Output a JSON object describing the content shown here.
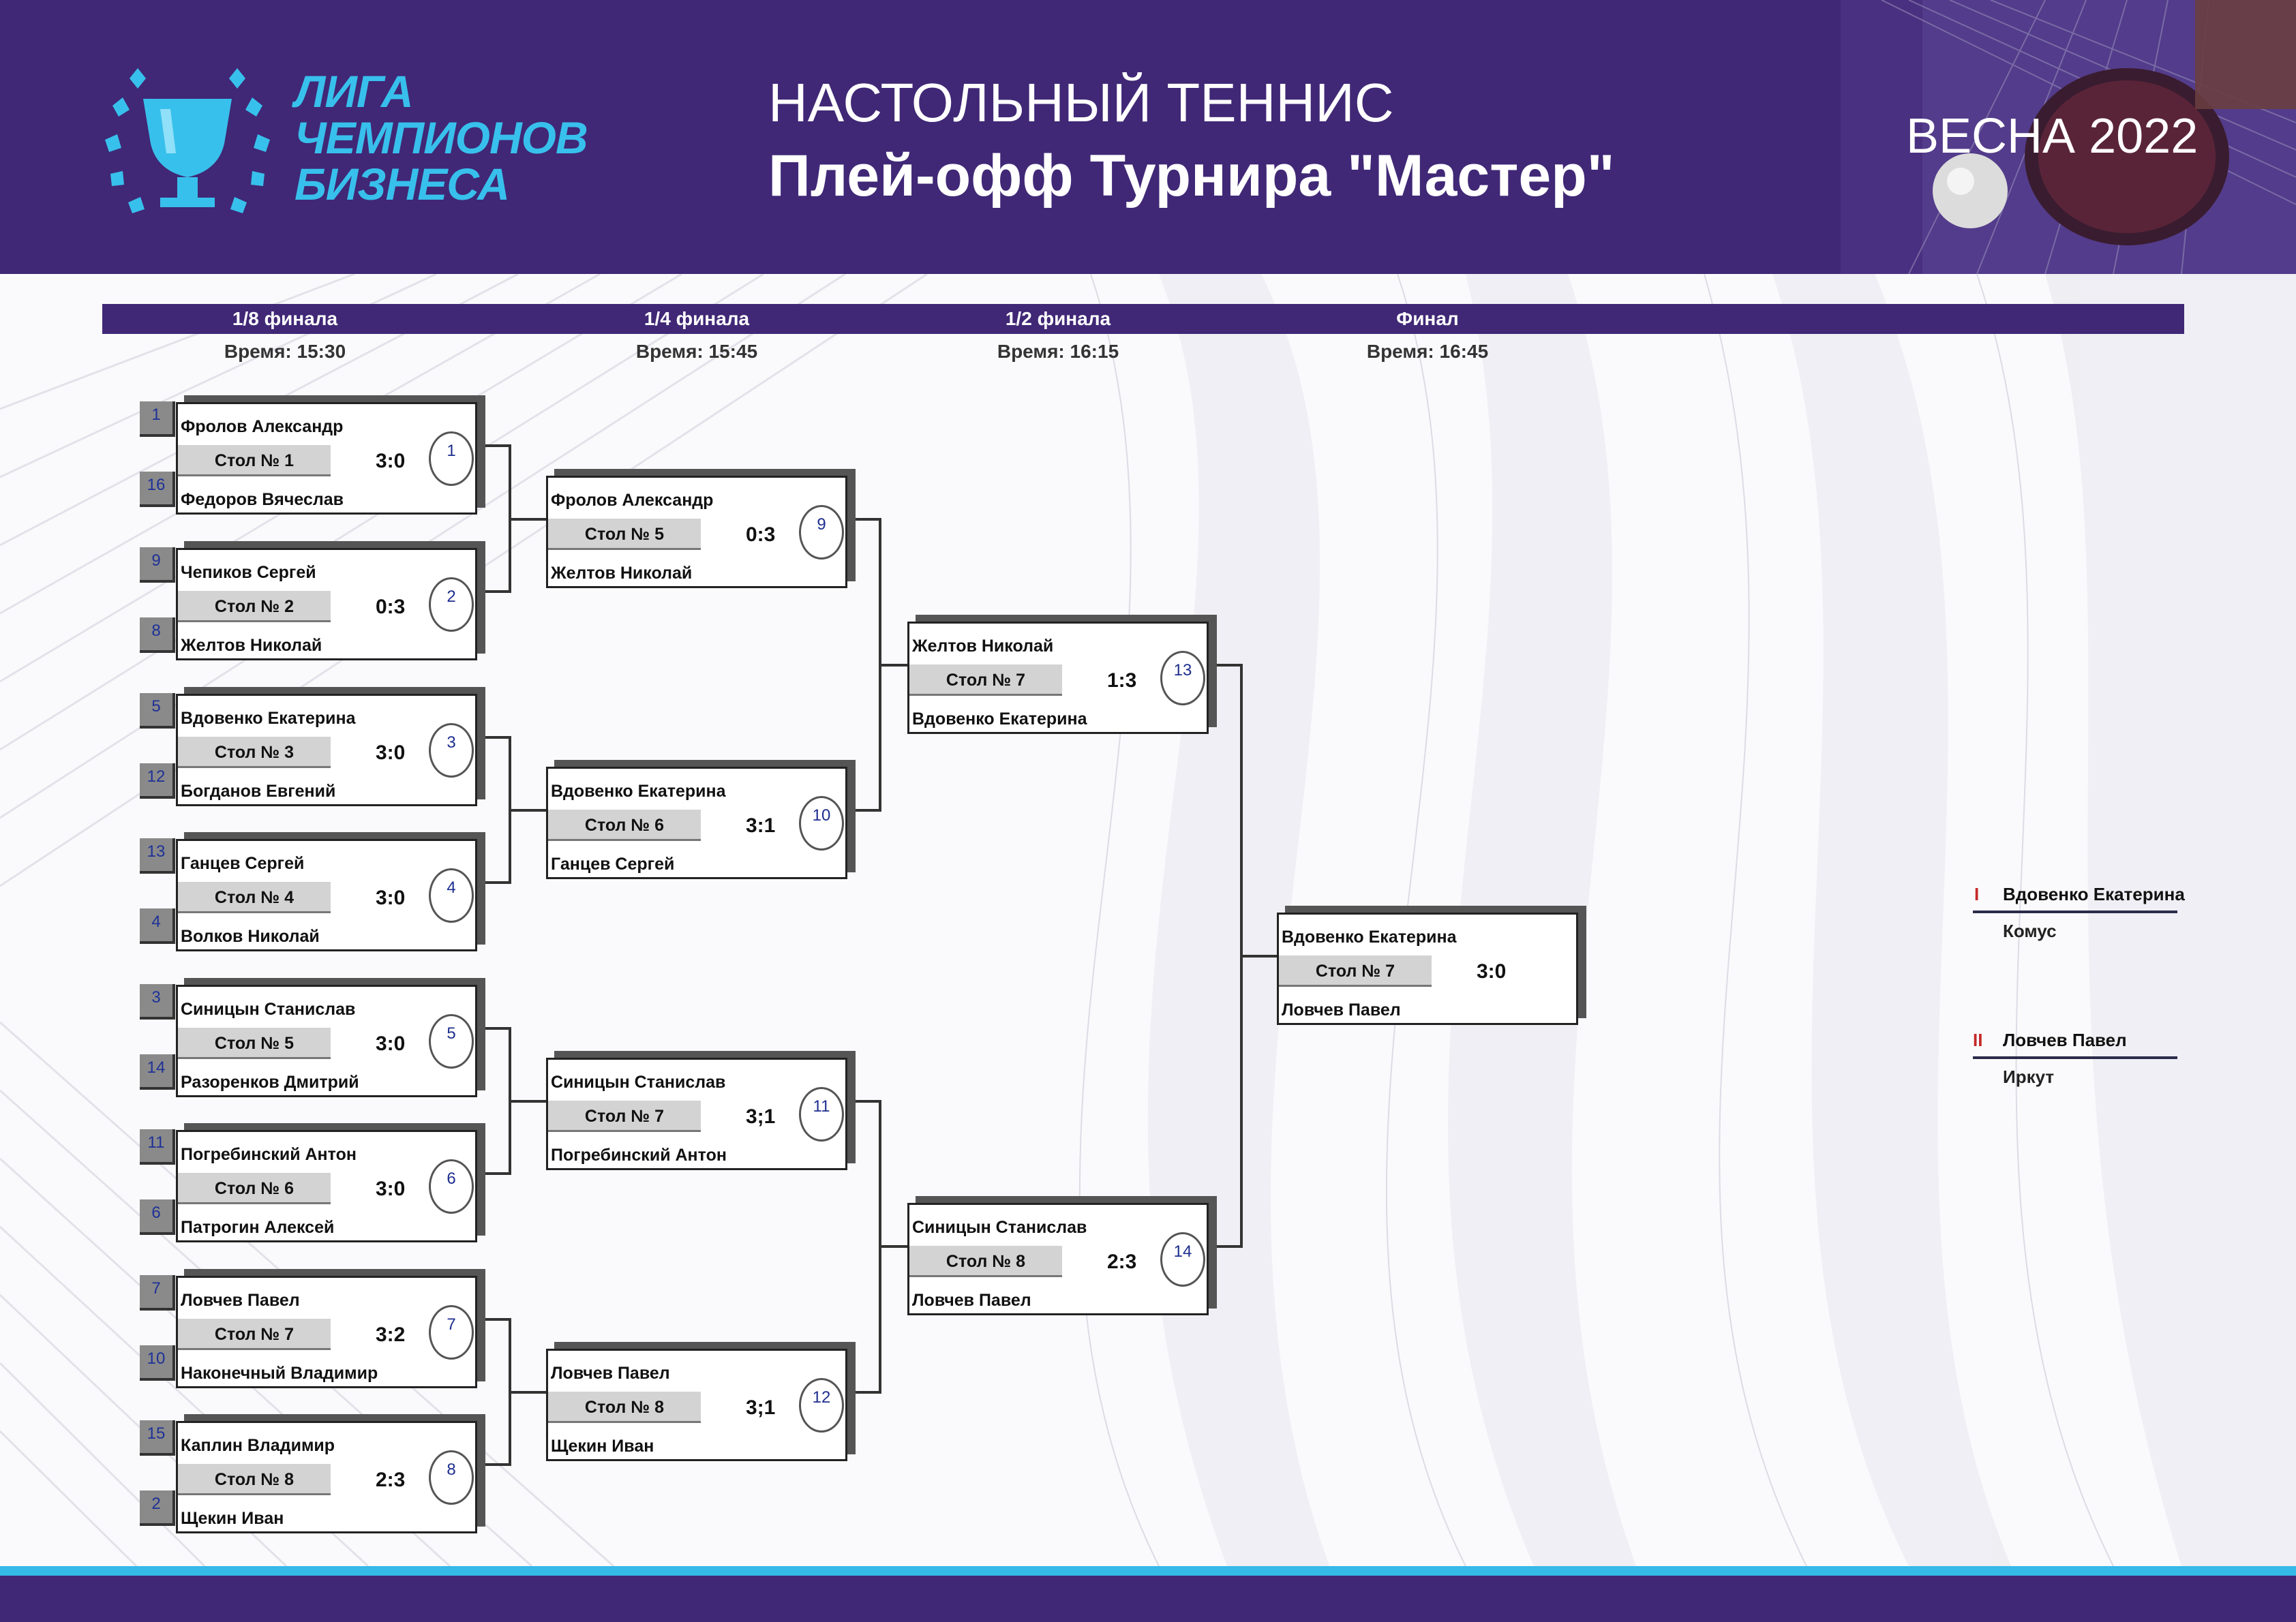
{
  "header": {
    "logo_lines": [
      "ЛИГА",
      "ЧЕМПИОНОВ",
      "БИЗНЕСА"
    ],
    "sport": "НАСТОЛЬНЫЙ ТЕННИС",
    "event": "Плей-офф Турнира \"Мастер\"",
    "season": "ВЕСНА 2022"
  },
  "rounds": [
    {
      "title": "1/8 финала",
      "time": "Время: 15:30"
    },
    {
      "title": "1/4 финала",
      "time": "Время: 15:45"
    },
    {
      "title": "1/2 финала",
      "time": "Время: 16:15"
    },
    {
      "title": "Финал",
      "time": "Время: 16:45"
    }
  ],
  "matches": [
    {
      "num": "1",
      "p1": "Фролов Александр",
      "p2": "Федоров Вячеслав",
      "table": "Стол № 1",
      "score": "3:0",
      "seed1": "1",
      "seed2": "16"
    },
    {
      "num": "2",
      "p1": "Чепиков Сергей",
      "p2": "Желтов Николай",
      "table": "Стол № 2",
      "score": "0:3",
      "seed1": "9",
      "seed2": "8"
    },
    {
      "num": "3",
      "p1": "Вдовенко Екатерина",
      "p2": "Богданов Евгений",
      "table": "Стол № 3",
      "score": "3:0",
      "seed1": "5",
      "seed2": "12"
    },
    {
      "num": "4",
      "p1": "Ганцев Сергей",
      "p2": "Волков Николай",
      "table": "Стол № 4",
      "score": "3:0",
      "seed1": "13",
      "seed2": "4"
    },
    {
      "num": "5",
      "p1": "Синицын Станислав",
      "p2": "Разоренков Дмитрий",
      "table": "Стол № 5",
      "score": "3:0",
      "seed1": "3",
      "seed2": "14"
    },
    {
      "num": "6",
      "p1": "Погребинский Антон",
      "p2": "Патрогин Алексей",
      "table": "Стол № 6",
      "score": "3:0",
      "seed1": "11",
      "seed2": "6"
    },
    {
      "num": "7",
      "p1": "Ловчев Павел",
      "p2": "Наконечный Владимир",
      "table": "Стол № 7",
      "score": "3:2",
      "seed1": "7",
      "seed2": "10"
    },
    {
      "num": "8",
      "p1": "Каплин Владимир",
      "p2": "Щекин Иван",
      "table": "Стол № 8",
      "score": "2:3",
      "seed1": "15",
      "seed2": "2"
    },
    {
      "num": "9",
      "p1": "Фролов Александр",
      "p2": "Желтов Николай",
      "table": "Стол № 5",
      "score": "0:3"
    },
    {
      "num": "10",
      "p1": "Вдовенко Екатерина",
      "p2": "Ганцев Сергей",
      "table": "Стол № 6",
      "score": "3:1"
    },
    {
      "num": "11",
      "p1": "Синицын Станислав",
      "p2": "Погребинский Антон",
      "table": "Стол № 7",
      "score": "3;1"
    },
    {
      "num": "12",
      "p1": "Ловчев Павел",
      "p2": "Щекин Иван",
      "table": "Стол № 8",
      "score": "3;1"
    },
    {
      "num": "13",
      "p1": "Желтов Николай",
      "p2": "Вдовенко Екатерина",
      "table": "Стол № 7",
      "score": "1:3"
    },
    {
      "num": "14",
      "p1": "Синицын Станислав",
      "p2": "Ловчев Павел",
      "table": "Стол № 8",
      "score": "2:3"
    },
    {
      "num": "",
      "p1": "Вдовенко Екатерина",
      "p2": "Ловчев Павел",
      "table": "Стол № 7",
      "score": "3:0"
    }
  ],
  "placements": [
    {
      "place": "I",
      "name": "Вдовенко Екатерина",
      "team": "Комус"
    },
    {
      "place": "II",
      "name": "Ловчев Павел",
      "team": "Иркут"
    }
  ],
  "colors": {
    "primary": "#402876",
    "accent": "#38c0ec",
    "place": "#c62828"
  }
}
